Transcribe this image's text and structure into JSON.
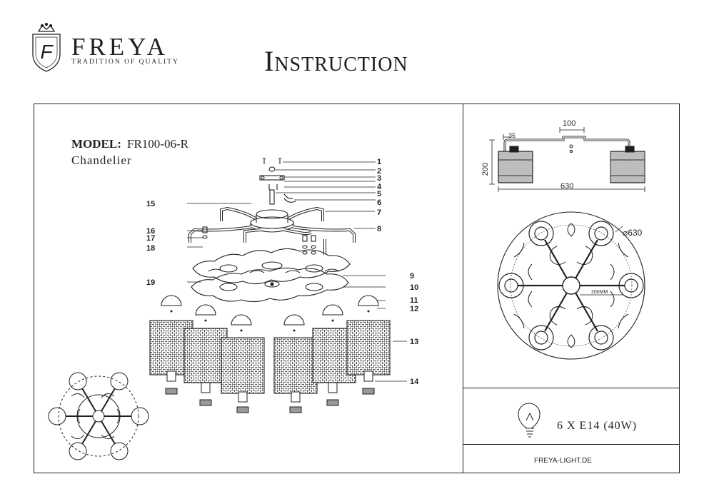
{
  "brand": {
    "name": "FREYA",
    "tagline": "TRADITION OF QUALITY",
    "monogram": "F"
  },
  "title": "Instruction",
  "model": {
    "label": "MODEL:",
    "code": "FR100-06-R",
    "type": "Chandelier"
  },
  "parts": [
    {
      "n": "1"
    },
    {
      "n": "2"
    },
    {
      "n": "3"
    },
    {
      "n": "4"
    },
    {
      "n": "5"
    },
    {
      "n": "6"
    },
    {
      "n": "7"
    },
    {
      "n": "8"
    },
    {
      "n": "9"
    },
    {
      "n": "10"
    },
    {
      "n": "11"
    },
    {
      "n": "12"
    },
    {
      "n": "13"
    },
    {
      "n": "14"
    },
    {
      "n": "15"
    },
    {
      "n": "16"
    },
    {
      "n": "17"
    },
    {
      "n": "18"
    },
    {
      "n": "19"
    }
  ],
  "dimensions": {
    "height": "200",
    "width": "630",
    "canopy": "100",
    "offset": "35",
    "diameter": "⌀630",
    "inner": "200MM"
  },
  "bulb": {
    "spec": "6 X E14 (40W)",
    "icon": "bulb-icon"
  },
  "website": "FREYA-LIGHT.DE",
  "colors": {
    "ink": "#231f20"
  }
}
